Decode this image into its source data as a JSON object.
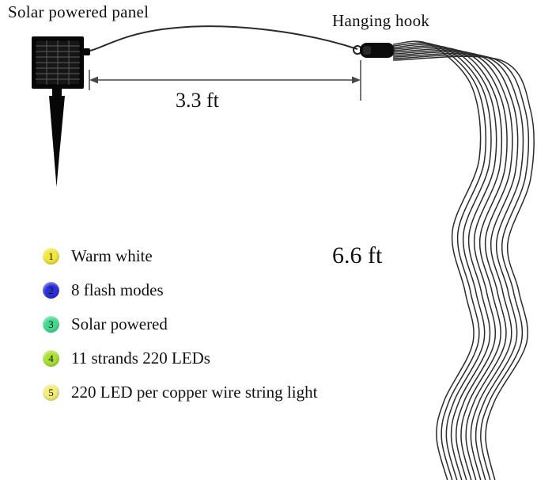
{
  "labels": {
    "solar_panel": "Solar powered panel",
    "hanging_hook": "Hanging hook"
  },
  "dimensions": {
    "width_label": "3.3 ft",
    "height_label": "6.6 ft"
  },
  "features": [
    {
      "num": "1",
      "color": "#f0e63c",
      "label": "Warm white"
    },
    {
      "num": "2",
      "color": "#2b2fd6",
      "label": "8 flash modes"
    },
    {
      "num": "3",
      "color": "#42d98e",
      "label": "Solar powered"
    },
    {
      "num": "4",
      "color": "#a8e036",
      "label": "11 strands 220 LEDs"
    },
    {
      "num": "5",
      "color": "#f2ec7c",
      "label": "220 LED per copper wire string light"
    }
  ],
  "drawing": {
    "strand_count": 11,
    "wire_color": "#2b2b2b",
    "dimension_color": "#474747",
    "panel_color": "#070707"
  }
}
